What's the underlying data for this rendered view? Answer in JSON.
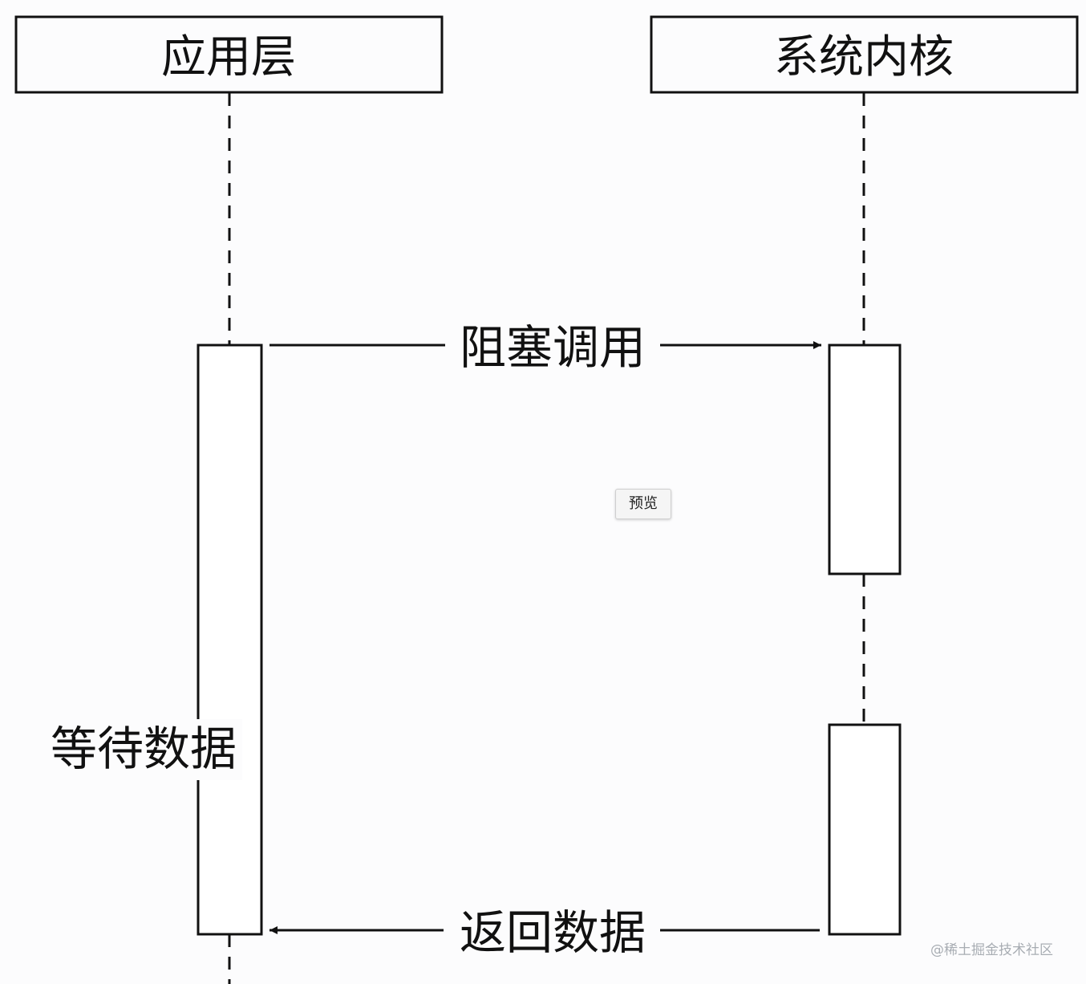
{
  "participants": {
    "app_layer": "应用层",
    "kernel": "系统内核"
  },
  "messages": {
    "blocking_call": "阻塞调用",
    "return_data": "返回数据"
  },
  "notes": {
    "waiting_data": "等待数据"
  },
  "preview": {
    "label": "预览"
  },
  "watermark": {
    "text": "@稀土掘金技术社区"
  },
  "colors": {
    "line": "#111111",
    "background": "#fcfcfd",
    "watermark": "#a8adb3"
  }
}
